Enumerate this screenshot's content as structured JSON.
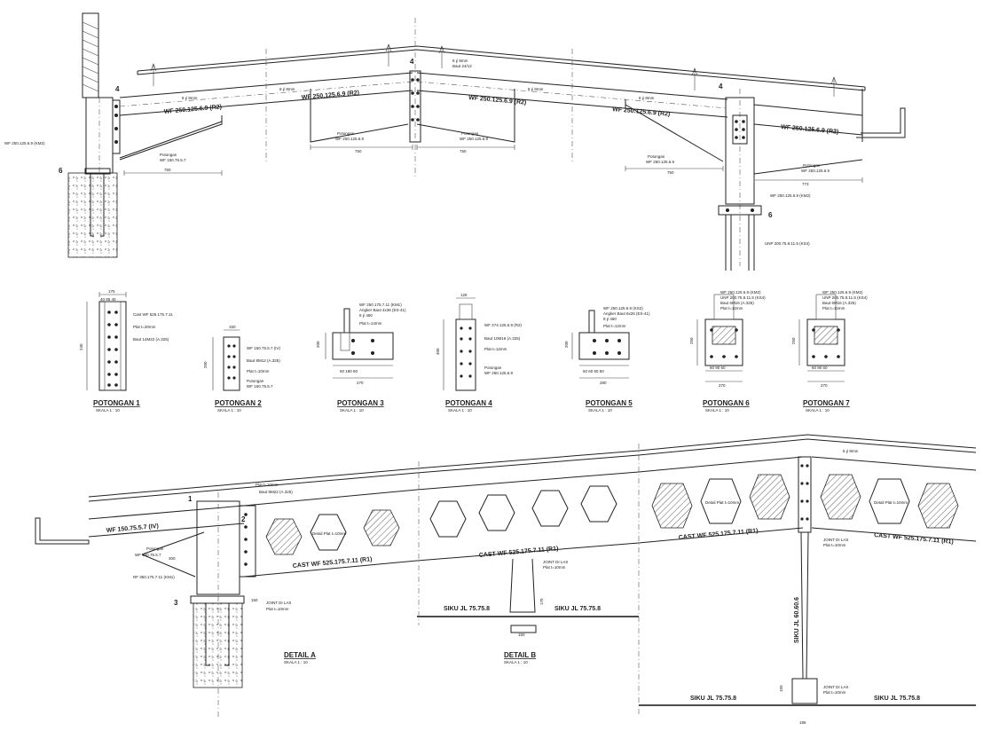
{
  "elevation": {
    "rafter_left": "WF 250.125.6.9 (R2)",
    "rafter_mid_left": "WF 250.125.6.9 (R2)",
    "rafter_mid_right": "WF 250.125.6.9 (R2)",
    "rafter_right_a": "WF 250.125.6.9 (R2)",
    "rafter_right_b": "WF 250.125.6.9 (R2)",
    "column_left": "WF 250.125.6.9 (KM2)",
    "column_right": "WF 250.125.6.9 (KM2)",
    "base_right": "UNP 200.75.8.11.5 (KS4)",
    "brace_label": "Potongan",
    "brace_left": "WF 150.75.5.7",
    "brace_mid_left": "WF 250.125.6.9",
    "brace_mid_right": "WF 250.125.6.9",
    "brace_right_a": "WF 250.125.6.9",
    "brace_right_b": "WF 250.125.6.9",
    "dim_left": "750",
    "dim_mid_left": "750",
    "dim_mid_right": "750",
    "dim_right_a": "750",
    "dim_right_b": "773",
    "bolt_note_left": "8 ∮ 8mm",
    "bolt_note_mid_l": "8 ∮ 8mm",
    "bolt_note_mid_r": "8 ∮ 8mm",
    "bolt_note_right": "8 ∮ 8mm",
    "ridge_note_a": "8 ∮ 8mm",
    "ridge_note_b": "Baut 24/12",
    "sec_mark_left": "6",
    "sec_mark_left_top": "4",
    "sec_mark_mid": "4",
    "sec_mark_right_top": "4",
    "sec_mark_right": "6"
  },
  "sections": [
    {
      "title": "POTONGAN  1",
      "scale": "SKALA      1 : 10",
      "top_dim": "175",
      "sub_dims": "40  95  40",
      "height": "240",
      "notes": [
        "Cast WF 525.175.7.11",
        "Plat t=20mm",
        "Baut 14M22 (A.325)"
      ]
    },
    {
      "title": "POTONGAN  2",
      "scale": "SKALA      1 : 10",
      "top_dim": "150",
      "height": "200",
      "notes": [
        "WF 150.75.5.7 (IV)",
        "Baut 8M12 (A.325)",
        "Plat t=10mm",
        "Potongan",
        "WF 150.75.5.7"
      ]
    },
    {
      "title": "POTONGAN  3",
      "scale": "SKALA      1 : 10",
      "top_dim": "",
      "height": "200",
      "bottom_dims": "60   180   60",
      "width": "270",
      "notes": [
        "WF 250.175.7.11 (KM1)",
        "Angker Baut 4x36 (ES-41)",
        "8 ∮ 460",
        "Plat t=14mm"
      ]
    },
    {
      "title": "POTONGAN  4",
      "scale": "SKALA      1 : 10",
      "top_dim": "125",
      "height": "400",
      "notes": [
        "WF 274.125.6.9 (R2)",
        "Baut 10M16 (A.325)",
        "Plat t=12mm",
        "Potongan",
        "WF 250.125.6.9"
      ]
    },
    {
      "title": "POTONGAN  5",
      "scale": "SKALA      1 : 10",
      "height": "200",
      "bottom_dims": "50  60  60  50",
      "width": "280",
      "notes": [
        "WF 250.125.6.9 (KS2)",
        "Angker Baut 6x26 (ES-41)",
        "8 ∮ 460",
        "Plat t=12mm"
      ]
    },
    {
      "title": "POTONGAN  6",
      "scale": "SKALA      1 : 10",
      "height": "250",
      "bottom_dims": "60  90  60",
      "width": "270",
      "notes": [
        "WF 250.125.6.9 (KM2)",
        "UNP 200.75.8.11.5 (KS4)",
        "Baut 6M16 (A.325)",
        "Plat t=12mm"
      ]
    },
    {
      "title": "POTONGAN  7",
      "scale": "SKALA      1 : 10",
      "height": "250",
      "bottom_dims": "60  90  60",
      "width": "270",
      "notes": [
        "WF 250.125.6.9 (KM2)",
        "UNP 200.75.8.11.5 (KS4)",
        "Baut 6M16 (A.325)",
        "Plat t=12mm"
      ]
    }
  ],
  "details": {
    "a_title": "DETAIL  A",
    "a_scale": "SKALA      1 : 10",
    "b_title": "DETAIL  B",
    "b_scale": "SKALA      1 : 10",
    "rafter_left": "WF 150.75.5.7 (IV)",
    "plat_a": "Plat t=10mm",
    "baut_a": "Baut 8M22 (A.325)",
    "potongan": "Potongan",
    "brace_a": "WF 150.75.5.7",
    "dim_300": "300",
    "col_a": "RF 350.175.7.11 (KM1)",
    "cast_a": "CAST WF 525.175.7.11 (R1)",
    "cast_b": "CAST WF 525.175.7.11 (R1)",
    "cast_c1": "CAST WF 525.175.7.11 (R1)",
    "cast_c2": "CAST WF 525.175.7.11 (R1)",
    "hex_label_a": "Detail Plat t=10mm",
    "hex_label_c1": "Detail Plat t=10mm",
    "hex_label_c2": "Detail Plat t=10mm",
    "joint_a": "JOINT DI LAS",
    "joint_a_plat": "Plat t=10mm",
    "joint_b": "JOINT DI LAS",
    "joint_b_plat": "Plat t=10mm",
    "joint_c": "JOINT DI LAS",
    "joint_c_plat": "Plat t=10mm",
    "joint_d": "JOINT DI LAS",
    "joint_d_plat": "Plat t=10mm",
    "siku_b_left": "SIKU  JL  75.75.8",
    "siku_b_right": "SIKU  JL  75.75.8",
    "siku_c_left": "SIKU  JL  75.75.8",
    "siku_c_right": "SIKU  JL  75.75.8",
    "siku_c_vert": "SIKU  JL  60.60.6",
    "dim_150a": "150",
    "dim_150b": "150",
    "dim_150c": "150",
    "dim_170": "170",
    "dim_195": "195",
    "bolt_note_c": "8 ∮ 8mm",
    "sec_mark_3": "3",
    "sec_mark_1": "1",
    "sec_mark_2": "2"
  }
}
